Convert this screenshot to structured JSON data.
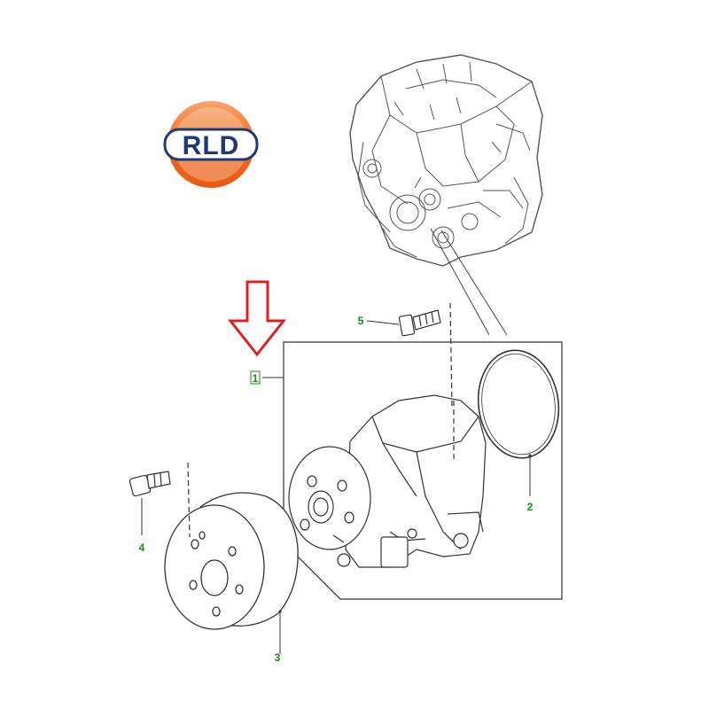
{
  "logo": {
    "text": "RLD",
    "colors": {
      "ring": "#f06a22",
      "ring_light": "#f7a56a",
      "band": "#1f3a73",
      "text": "#1f3a73"
    }
  },
  "callouts": {
    "part_1": "1",
    "part_2": "2",
    "part_3": "3",
    "part_4": "4",
    "part_5": "5"
  },
  "colors": {
    "line": "#3a3a3a",
    "callout": "#1a8a1a",
    "arrow": "#e02020"
  },
  "icons": [
    "engine-illustration",
    "down-arrow-icon",
    "water-pump-illustration",
    "gasket-ring",
    "pulley-illustration",
    "bolt-icon"
  ]
}
